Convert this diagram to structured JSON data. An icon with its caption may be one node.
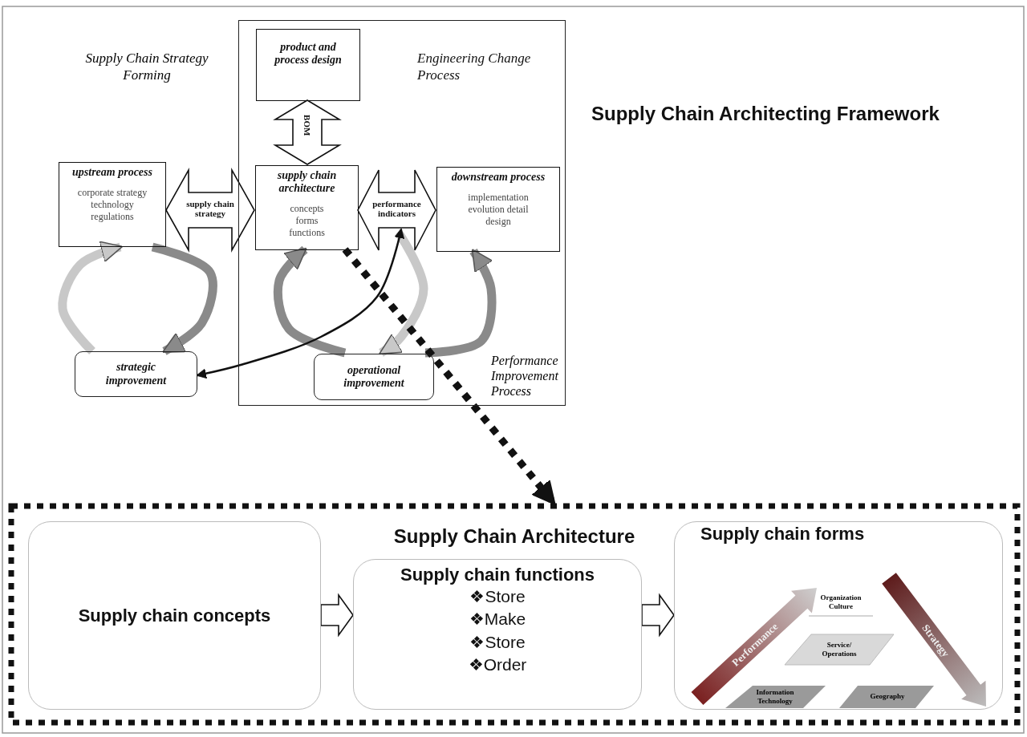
{
  "diagram": {
    "title": "Supply Chain Architecting Framework",
    "nodes": [
      {
        "text": [
          "Engineering Change Process"
        ]
      },
      {
        "text": [
          "product and process design"
        ],
        "in": 0
      },
      {
        "text": [
          "upstream process",
          "corporate strategy technology regulations"
        ]
      },
      {
        "text": [
          "supply chain architecture",
          "concepts forms functions"
        ],
        "in": 0
      },
      {
        "text": [
          "downstream process",
          "implementation evolution detail design"
        ],
        "in": 0
      },
      {
        "text": [
          "strategic improvement"
        ]
      },
      {
        "text": [
          "operational improvement"
        ],
        "in": 0
      },
      {
        "text": [
          "Supply Chain Architecture"
        ]
      },
      {
        "text": [
          "Supply chain concepts"
        ],
        "in": 7
      },
      {
        "text": [
          "Supply chain functions",
          "❖Store",
          "❖Make",
          "❖Store",
          "❖Order"
        ],
        "in": 7
      },
      {
        "text": [
          "Supply chain forms"
        ],
        "in": 7
      }
    ],
    "edges": [
      {
        "from": 1,
        "to": 3,
        "arrow": "both",
        "label": "BOM"
      },
      {
        "from": 2,
        "to": 3,
        "arrow": "both",
        "label": "supply chain strategy"
      },
      {
        "from": 3,
        "to": 4,
        "arrow": "both",
        "label": "performance indicators"
      },
      {
        "from": 2,
        "to": 5,
        "arrow": "to",
        "color": "#8a8a8a"
      },
      {
        "from": 5,
        "to": 2,
        "arrow": "to",
        "color": "#c8c8c8"
      },
      {
        "from": 6,
        "to": 3,
        "arrow": "to",
        "color": "#8a8a8a"
      },
      {
        "from": null,
        "to": 6,
        "arrow": "to",
        "color": "#c8c8c8"
      },
      {
        "from": 6,
        "to": 4,
        "arrow": "to",
        "color": "#8a8a8a"
      },
      {
        "from": null,
        "to": 5,
        "arrow": "both",
        "color": "#111111"
      },
      {
        "from": 3,
        "to": 7,
        "arrow": "to",
        "style": "dashed",
        "color": "#111111"
      },
      {
        "from": 8,
        "to": 9,
        "arrow": "to"
      },
      {
        "from": 9,
        "to": 10,
        "arrow": "to"
      }
    ],
    "labels": [
      "Supply Chain Strategy Forming",
      "Performance Improvement Process",
      "Organization Culture",
      "Performance",
      "Strategy",
      "Service/ Operations",
      "Information Technology",
      "Geography"
    ]
  }
}
